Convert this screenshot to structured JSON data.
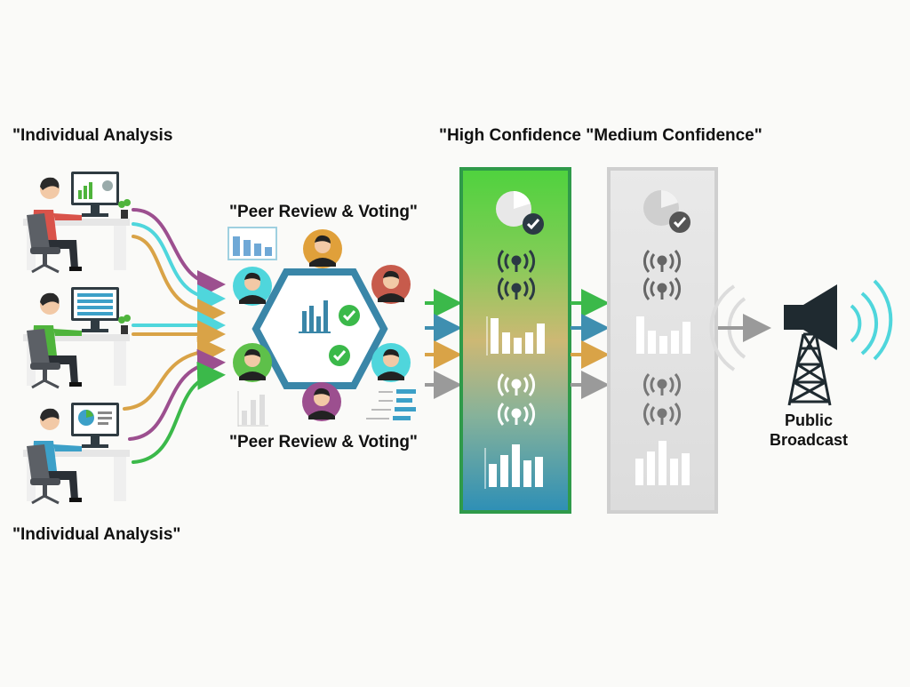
{
  "labels": {
    "individual_analysis_top": "\"Individual Analysis",
    "individual_analysis_bottom": "\"Individual Analysis\"",
    "peer_review_top": "\"Peer Review & Voting\"",
    "peer_review_bottom": "\"Peer Review & Voting\"",
    "confidence_header": "\"High Confidence \"Medium Confidence\"",
    "public_broadcast": "Public Broadcast"
  },
  "icons": {
    "analyst_workstation": "person-at-desk-icon",
    "reviewer_avatar": "avatar-icon",
    "check": "check-circle-icon",
    "signal": "signal-tower-icon",
    "megaphone": "megaphone-icon",
    "pie": "pie-chart-icon",
    "bar": "bar-chart-icon"
  },
  "colors": {
    "purple": "#9c4f8f",
    "cyan": "#4fd6dc",
    "orange": "#d9a347",
    "green": "#3bb94a",
    "steel_blue": "#3f8fb0",
    "grey": "#9a9a9a",
    "hexagon": "#3a86a8",
    "panel_green": "#4cd04c",
    "panel_blue": "#3a8fb2",
    "panel_grey": "#d8d8d8",
    "dark": "#1f2a30",
    "shirt_red": "#d9534a",
    "shirt_green": "#4fb43c",
    "shirt_blue": "#3ca0c8"
  }
}
